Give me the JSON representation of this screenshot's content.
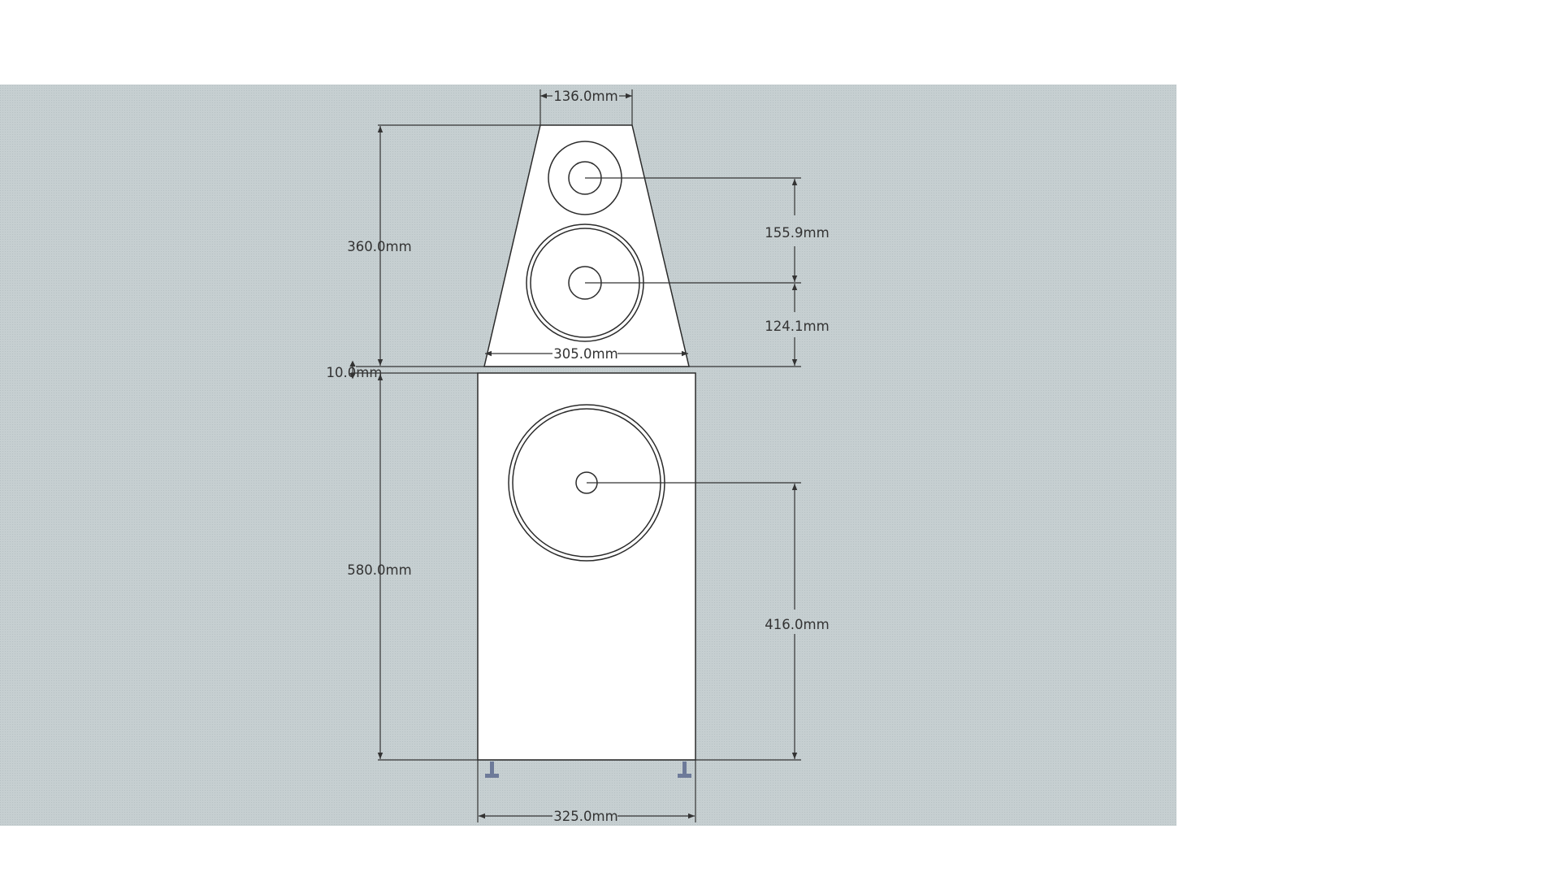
{
  "dimensions": {
    "tweeter_to_mid": "155.9mm",
    "mid_to_top_box_bottom": "124.1mm",
    "woofer_center_height": "416.0mm",
    "top_width": "136.0mm",
    "top_box_height": "360.0mm",
    "top_box_base_width": "305.0mm",
    "gap": "10.0mm",
    "bottom_box_height": "580.0mm",
    "bottom_box_width": "325.0mm"
  },
  "colors": {
    "background": "#c9d2d4",
    "panel": "#ffffff",
    "line": "#2b2b2b",
    "dimension": "#333333"
  }
}
